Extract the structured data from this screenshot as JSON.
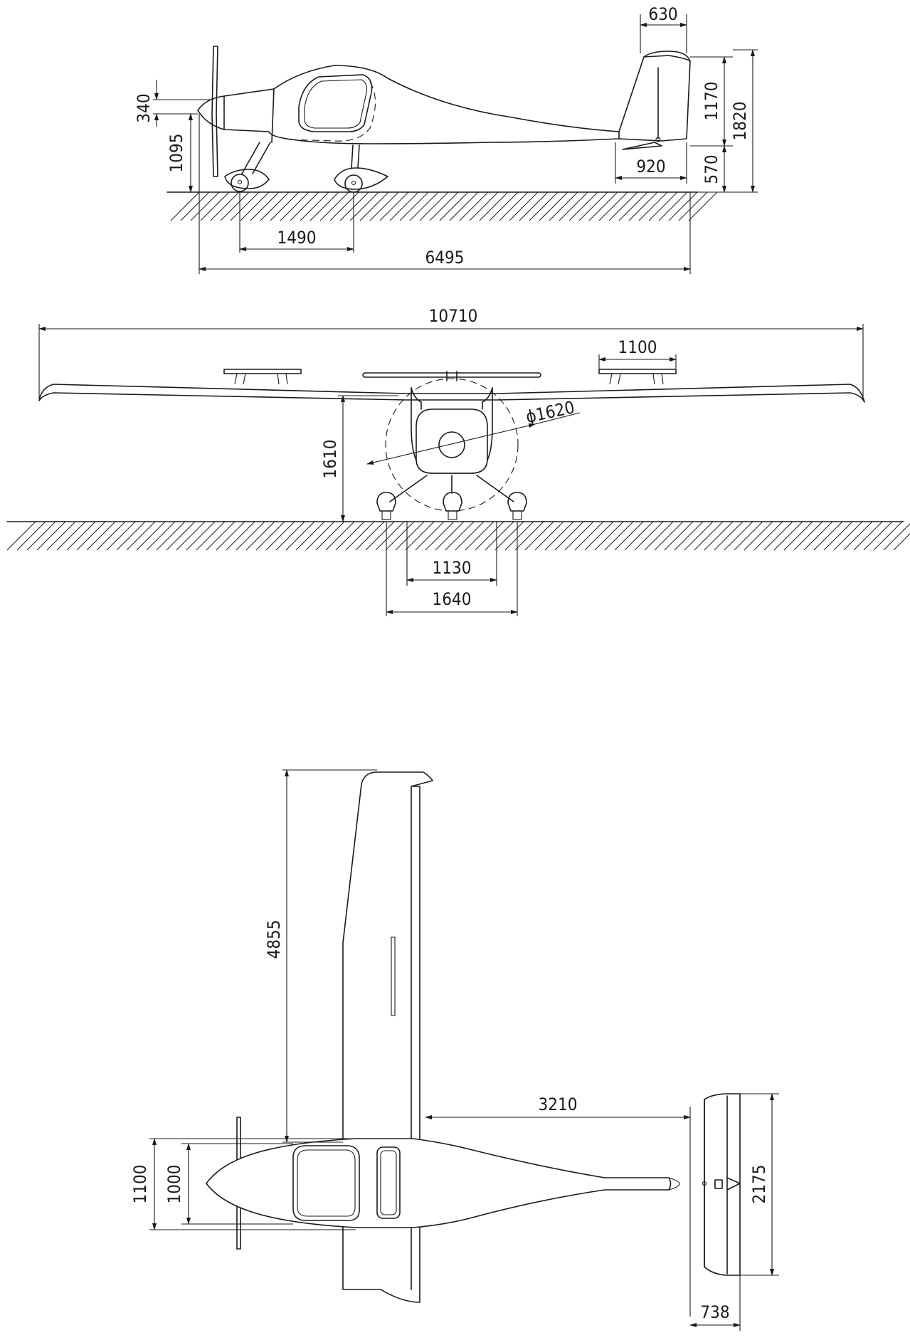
{
  "side_view": {
    "dims": {
      "stab_chord": "630",
      "fin_height": "1170",
      "total_height": "1820",
      "spinner_offset": "340",
      "prop_hub_height": "1095",
      "tail_root_chord": "920",
      "tail_base_height": "570",
      "wheelbase": "1490",
      "length": "6495"
    }
  },
  "front_view": {
    "dims": {
      "span": "10710",
      "aileron_span": "1100",
      "wing_height": "1610",
      "prop_diameter": "ϕ1620",
      "main_track": "1130",
      "gear_track": "1640"
    }
  },
  "top_view": {
    "dims": {
      "wing_semi_span": "4855",
      "wing_to_tail": "3210",
      "fuselage_width_outer": "1100",
      "fuselage_width_inner": "1000",
      "tail_span": "2175",
      "tail_chord": "738"
    }
  }
}
